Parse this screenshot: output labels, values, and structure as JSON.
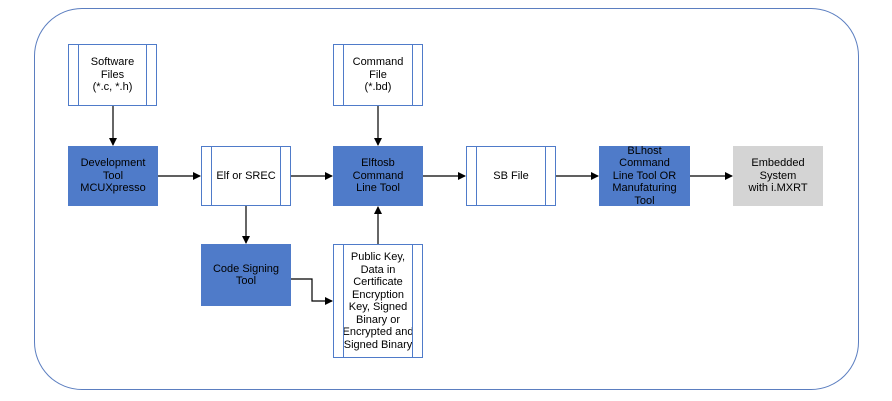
{
  "diagram": {
    "nodes": {
      "software_files": "Software\nFiles\n(*.c, *.h)",
      "command_file": "Command\nFile\n(*.bd)",
      "development_tool": "Development\nTool\nMCUXpresso",
      "elf_or_srec": "Elf or SREC",
      "elftosb": "Elftosb\nCommand\nLine Tool",
      "sb_file": "SB File",
      "blhost": "BLhost\nCommand\nLine Tool OR\nManufaturing Tool",
      "embedded_system": "Embedded\nSystem\nwith i.MXRT",
      "code_signing_tool": "Code Signing\nTool",
      "keys_data": "Public Key,\nData in\nCertificate\nEncryption\nKey, Signed\nBinary or\nEncrypted and\nSigned Binary"
    },
    "colors": {
      "node_fill": "#4f7bc9",
      "border": "#5b7ec0",
      "terminal_fill": "#d4d4d4",
      "arrow": "#000000"
    }
  }
}
